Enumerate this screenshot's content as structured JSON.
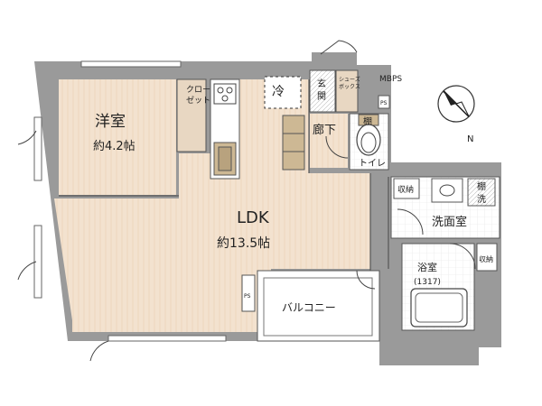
{
  "rooms": {
    "western_room": {
      "name": "洋室",
      "size": "約4.2帖"
    },
    "closet": "クローゼット",
    "ldk": {
      "name": "LDK",
      "size": "約13.5帖"
    },
    "fridge": "冷",
    "entrance": "玄関",
    "shoe_box": "シューズボックス",
    "corridor": "廊下",
    "shelf_toilet": "棚",
    "toilet": "トイレ",
    "storage_wash": "収納",
    "shelf_wash": "棚",
    "wash_machine": "洗",
    "washroom": "洗面室",
    "bathroom": {
      "name": "浴室",
      "size": "(1317)"
    },
    "storage_bath": "収納",
    "balcony": "バルコニー",
    "ps_top": "PS",
    "ps_left": "PS",
    "mbps": "MBPS"
  },
  "compass": {
    "label": "N"
  },
  "colors": {
    "wall": "#9a9a9a",
    "floor": "#f3e2cf",
    "stripe": "#ebd3ba",
    "tile": "#ffffff",
    "closet": "#e8d7c2",
    "kitchen": "#cdb894"
  }
}
